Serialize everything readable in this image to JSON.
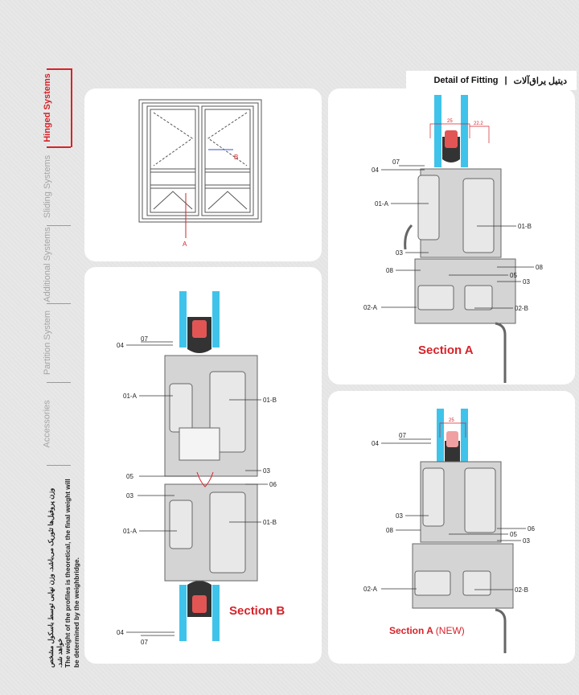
{
  "header": {
    "title_en": "Detail of Fitting",
    "separator": "|",
    "title_fa": "دیتیل یراق‌آلات"
  },
  "sidebar": {
    "tabs": [
      {
        "label": "Hinged Systems",
        "active": true
      },
      {
        "label": "Sliding Systems",
        "active": false
      },
      {
        "label": "Additional Systems",
        "active": false
      },
      {
        "label": "Partition System",
        "active": false
      },
      {
        "label": "Accessories",
        "active": false
      }
    ],
    "note_fa": "وزن پروفیل‌ها تئوریک می‌باشد. وزن نهایی توسط باسکول مشخص خواهد شد.",
    "note_en": "The weight of the profiles is theoretical, the final weight will be determined by the weighbridge."
  },
  "elevation": {
    "label_a": "A",
    "label_b": "B"
  },
  "section_b": {
    "title": "Section B",
    "labels": [
      "04",
      "07",
      "01-A",
      "01-B",
      "05",
      "03",
      "06",
      "03",
      "01-A",
      "01-B",
      "04",
      "07"
    ]
  },
  "section_a": {
    "title": "Section A",
    "dims": [
      "25",
      "22.2"
    ],
    "labels": [
      "04",
      "07",
      "01-A",
      "01-B",
      "03",
      "08",
      "08",
      "05",
      "03",
      "02-A",
      "02-B"
    ]
  },
  "section_a_new": {
    "title": "Section A",
    "title_suffix": "(NEW)",
    "dims": [
      "25"
    ],
    "labels": [
      "04",
      "07",
      "03",
      "08",
      "06",
      "05",
      "03",
      "02-A",
      "02-B"
    ]
  },
  "colors": {
    "accent": "#d6232a",
    "glass": "#3fc3ea",
    "profile": "#c9c9c9"
  }
}
